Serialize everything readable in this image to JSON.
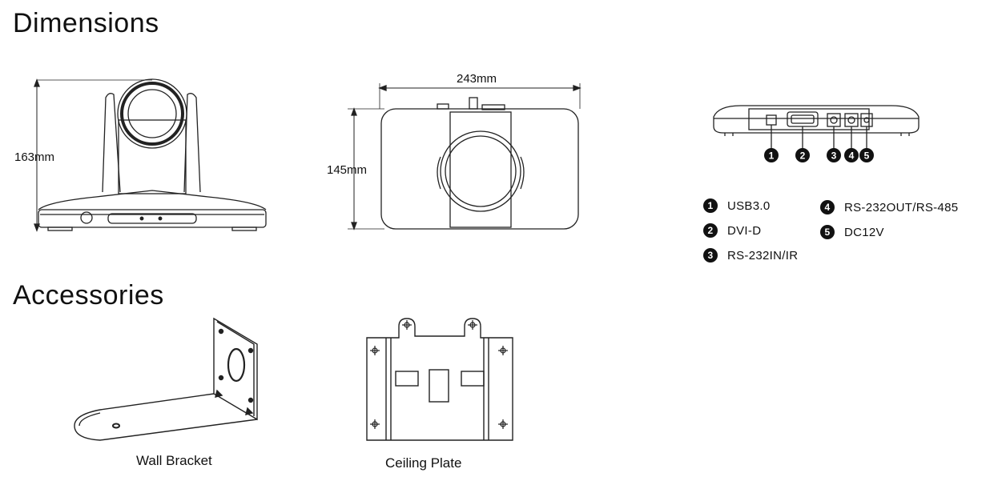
{
  "headings": {
    "dimensions": "Dimensions",
    "accessories": "Accessories"
  },
  "dimensions": {
    "height": "163mm",
    "width": "243mm",
    "depth": "145mm"
  },
  "port_markers": [
    "1",
    "2",
    "3",
    "4",
    "5"
  ],
  "legend": [
    {
      "num": "1",
      "label": "USB3.0"
    },
    {
      "num": "2",
      "label": "DVI-D"
    },
    {
      "num": "3",
      "label": "RS-232IN/IR"
    },
    {
      "num": "4",
      "label": "RS-232OUT/RS-485"
    },
    {
      "num": "5",
      "label": "DC12V"
    }
  ],
  "accessories": {
    "wall_bracket": "Wall Bracket",
    "ceiling_plate": "Ceiling Plate"
  }
}
